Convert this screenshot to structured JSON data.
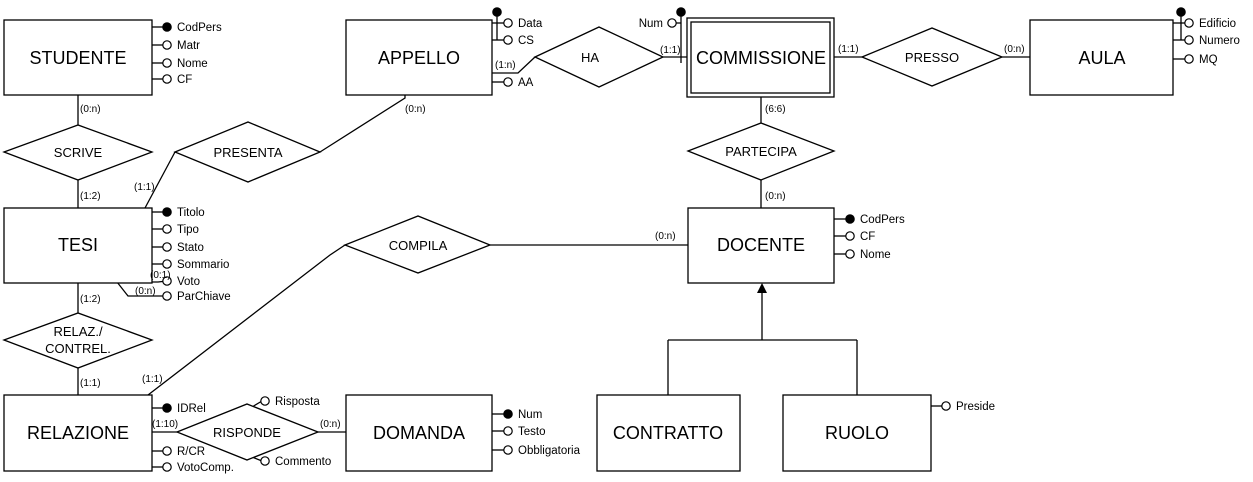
{
  "entities": {
    "studente": "STUDENTE",
    "appello": "APPELLO",
    "commissione": "COMMISSIONE",
    "aula": "AULA",
    "tesi": "TESI",
    "docente": "DOCENTE",
    "relazione": "RELAZIONE",
    "domanda": "DOMANDA",
    "contratto": "CONTRATTO",
    "ruolo": "RUOLO"
  },
  "relationships": {
    "ha": "HA",
    "presso": "PRESSO",
    "scrive": "SCRIVE",
    "presenta": "PRESENTA",
    "partecipa": "PARTECIPA",
    "compila": "COMPILA",
    "relaz_line1": "RELAZ./",
    "relaz_line2": "CONTREL.",
    "risponde": "RISPONDE"
  },
  "attributes": {
    "studente": [
      "CodPers",
      "Matr",
      "Nome",
      "CF"
    ],
    "appello": [
      "Data",
      "CS",
      "AA"
    ],
    "commissione": [
      "Num"
    ],
    "aula": [
      "Edificio",
      "Numero",
      "MQ"
    ],
    "tesi": [
      "Titolo",
      "Tipo",
      "Stato",
      "Sommario",
      "Voto",
      "ParChiave"
    ],
    "docente": [
      "CodPers",
      "CF",
      "Nome"
    ],
    "relazione": [
      "IDRel",
      "R/CR",
      "VotoComp."
    ],
    "domanda": [
      "Num",
      "Testo",
      "Obbligatoria"
    ],
    "risponde": [
      "Risposta",
      "Commento"
    ],
    "ruolo": [
      "Preside"
    ]
  },
  "cardinalities": {
    "studente_scrive": "(0:n)",
    "tesi_scrive": "(1:2)",
    "tesi_presenta": "(1:1)",
    "appello_presenta": "(0:n)",
    "appello_ha": "(1:n)",
    "commissione_ha": "(1:1)",
    "commissione_presso": "(1:1)",
    "aula_presso": "(0:n)",
    "commissione_partecipa": "(6:6)",
    "docente_partecipa": "(0:n)",
    "docente_compila": "(0:n)",
    "relazione_compila": "(1:1)",
    "tesi_relaz": "(1:2)",
    "relazione_relaz": "(1:1)",
    "relazione_risponde": "(1:10)",
    "domanda_risponde": "(0:n)",
    "tesi_voto": "(0:1)",
    "tesi_parchiave": "(0:n)"
  }
}
